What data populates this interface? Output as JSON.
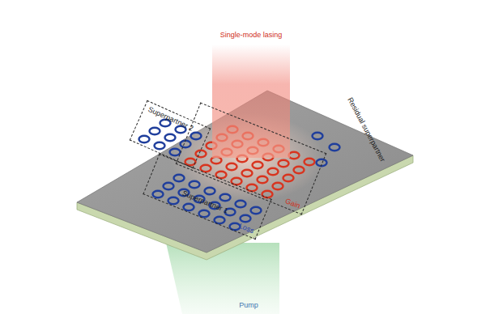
{
  "diagram": {
    "nodes": [
      {
        "text": [
          "Superpartner 2"
        ]
      },
      {
        "text": [
          "Superpartner 1",
          "Loss"
        ]
      },
      {
        "text": [
          "Gain"
        ]
      }
    ],
    "labels": [
      "Single-mode lasing",
      "Residual superpartner",
      "Pump"
    ]
  }
}
